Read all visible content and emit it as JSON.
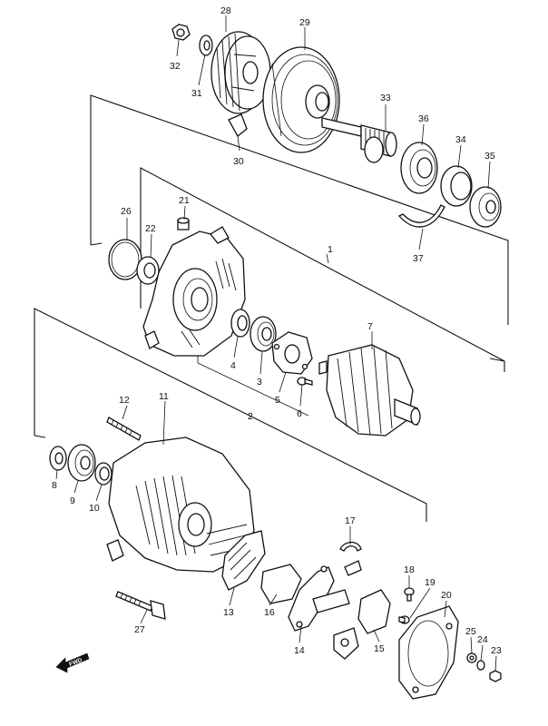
{
  "diagram": {
    "fwd_label": "FWD",
    "part_numbers": [
      "1",
      "2",
      "3",
      "4",
      "5",
      "6",
      "7",
      "8",
      "9",
      "10",
      "11",
      "12",
      "13",
      "14",
      "15",
      "16",
      "17",
      "18",
      "19",
      "20",
      "21",
      "22",
      "23",
      "24",
      "25",
      "26",
      "27",
      "28",
      "29",
      "30",
      "31",
      "32",
      "33",
      "34",
      "35",
      "36",
      "37"
    ]
  }
}
